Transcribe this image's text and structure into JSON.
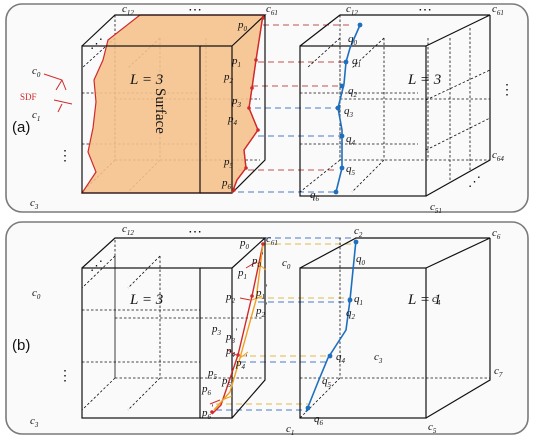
{
  "colors": {
    "frame": "#7a7a7a",
    "surface_fill": "#f5c28d",
    "surface_edge": "#d02a2a",
    "polyline_q": "#1f6fbf",
    "connector_red": "#c0504d",
    "connector_blue": "#4a78c8",
    "connector_yellow": "#e0b84a",
    "projection_orange": "#f0a020"
  },
  "panel_a": {
    "tag": "(a)",
    "left_cube": {
      "level": "L = 3",
      "surface_label": "Surface",
      "sdf_label": "SDF",
      "ellipsis_top": "⋯",
      "ellipsis_diag": "⋰",
      "ellipsis_vert": "⋮",
      "corners": {
        "c12": [
          "c",
          "12"
        ],
        "c61": [
          "c",
          "61"
        ],
        "c0": [
          "c",
          "0"
        ],
        "c1": [
          "c",
          "1"
        ],
        "c3": [
          "c",
          "3"
        ]
      },
      "points": [
        {
          "name": "p0",
          "letter": "p",
          "sub": "0"
        },
        {
          "name": "p1",
          "letter": "p",
          "sub": "1"
        },
        {
          "name": "p2",
          "letter": "p",
          "sub": "2"
        },
        {
          "name": "p3",
          "letter": "p",
          "sub": "3"
        },
        {
          "name": "p4",
          "letter": "p",
          "sub": "4"
        },
        {
          "name": "p5",
          "letter": "p",
          "sub": "5"
        },
        {
          "name": "p6",
          "letter": "p",
          "sub": "6"
        }
      ]
    },
    "right_cube": {
      "level": "L = 3",
      "ellipsis_top": "⋯",
      "ellipsis_vert": "⋮",
      "ellipsis_diag": "⋰",
      "corners": {
        "c12": [
          "c",
          "12"
        ],
        "c61": [
          "c",
          "61"
        ],
        "c64": [
          "c",
          "64"
        ],
        "c51": [
          "c",
          "51"
        ]
      },
      "points": [
        {
          "name": "q0",
          "letter": "q",
          "sub": "0"
        },
        {
          "name": "q1",
          "letter": "q",
          "sub": "1"
        },
        {
          "name": "q2",
          "letter": "q",
          "sub": "2"
        },
        {
          "name": "q3",
          "letter": "q",
          "sub": "3"
        },
        {
          "name": "q4",
          "letter": "q",
          "sub": "4"
        },
        {
          "name": "q5",
          "letter": "q",
          "sub": "5"
        },
        {
          "name": "q6",
          "letter": "q",
          "sub": "6"
        }
      ]
    }
  },
  "panel_b": {
    "tag": "(b)",
    "left_cube": {
      "level": "L = 3",
      "ellipsis_top": "⋯",
      "ellipsis_diag": "⋰",
      "ellipsis_vert": "⋮",
      "corners": {
        "c12": [
          "c",
          "12"
        ],
        "c61": [
          "c",
          "61"
        ],
        "c0": [
          "c",
          "0"
        ],
        "c3": [
          "c",
          "3"
        ]
      },
      "points": [
        {
          "name": "p0",
          "letter": "p",
          "sub": "0"
        },
        {
          "name": "p0p",
          "letter": "p",
          "sub": "0",
          "prime": "′"
        },
        {
          "name": "p1",
          "letter": "p",
          "sub": "1"
        },
        {
          "name": "p1p",
          "letter": "p",
          "sub": "1",
          "prime": "′"
        },
        {
          "name": "p2",
          "letter": "p",
          "sub": "2"
        },
        {
          "name": "p2p",
          "letter": "p",
          "sub": "2",
          "prime": "′"
        },
        {
          "name": "p3",
          "letter": "p",
          "sub": "3"
        },
        {
          "name": "p3p",
          "letter": "p",
          "sub": "3",
          "prime": "′"
        },
        {
          "name": "p4",
          "letter": "p",
          "sub": "4"
        },
        {
          "name": "p4p",
          "letter": "p",
          "sub": "4",
          "prime": "′"
        },
        {
          "name": "p5",
          "letter": "p",
          "sub": "5"
        },
        {
          "name": "p5p",
          "letter": "p",
          "sub": "5",
          "prime": "′"
        },
        {
          "name": "p6",
          "letter": "p",
          "sub": "6"
        },
        {
          "name": "p6p",
          "letter": "p",
          "sub": "6",
          "prime": "′"
        }
      ]
    },
    "right_cube": {
      "level": "L = 1",
      "corners": {
        "c0": [
          "c",
          "0"
        ],
        "c1": [
          "c",
          "1"
        ],
        "c2": [
          "c",
          "2"
        ],
        "c3": [
          "c",
          "3"
        ],
        "c4": [
          "c",
          "4"
        ],
        "c5": [
          "c",
          "5"
        ],
        "c6": [
          "c",
          "6"
        ],
        "c7": [
          "c",
          "7"
        ]
      },
      "points": [
        {
          "name": "q0",
          "letter": "q",
          "sub": "0"
        },
        {
          "name": "q1",
          "letter": "q",
          "sub": "1"
        },
        {
          "name": "q2",
          "letter": "q",
          "sub": "2"
        },
        {
          "name": "q4",
          "letter": "q",
          "sub": "4"
        },
        {
          "name": "q5",
          "letter": "q",
          "sub": "5"
        },
        {
          "name": "q6",
          "letter": "q",
          "sub": "6"
        }
      ]
    }
  }
}
